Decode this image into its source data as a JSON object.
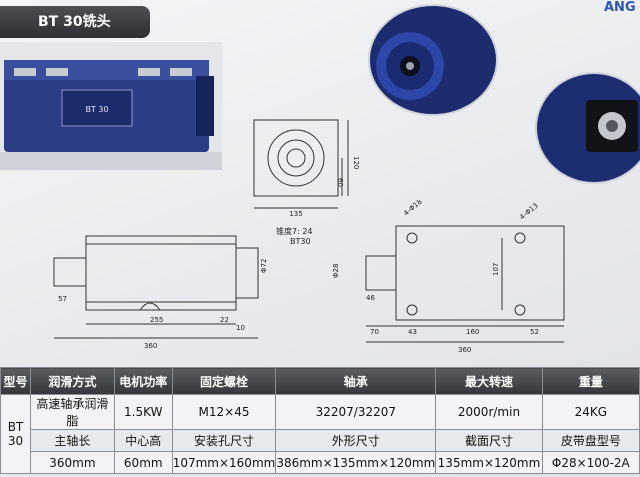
{
  "title": "BT 30铣头",
  "brand_fragment": "ANG",
  "plate_text": "BT 30",
  "drawings": {
    "front_width": "135",
    "front_height": "120",
    "front_center": "60",
    "taper_label_1": "锥度7: 24",
    "taper_label_2": "BT30",
    "side_dim_255": "255",
    "side_dim_22": "22",
    "side_dim_10": "10",
    "side_dim_360": "360",
    "side_dim_57": "57",
    "side_dim_phi72": "Φ72",
    "top_hole_1": "4-Φ18",
    "top_hole_2": "4-Φ13",
    "top_dim_phi28": "Φ28",
    "top_dim_107": "107",
    "top_dim_46": "46",
    "top_dim_70": "70",
    "top_dim_43": "43",
    "top_dim_160": "160",
    "top_dim_52": "52",
    "top_dim_360": "360"
  },
  "table": {
    "headers": [
      "型号",
      "润滑方式",
      "电机功率",
      "固定螺栓",
      "轴承",
      "最大转速",
      "重量"
    ],
    "model": "BT 30",
    "row1": [
      "高速轴承润滑脂",
      "1.5KW",
      "M12×45",
      "32207/32207",
      "2000r/min",
      "24KG"
    ],
    "row2": [
      "主轴长",
      "中心高",
      "安装孔尺寸",
      "外形尺寸",
      "截面尺寸",
      "皮带盘型号"
    ],
    "row3": [
      "360mm",
      "60mm",
      "107mm×160mm",
      "386mm×135mm×120mm",
      "135mm×120mm",
      "Φ28×100-2A"
    ]
  }
}
